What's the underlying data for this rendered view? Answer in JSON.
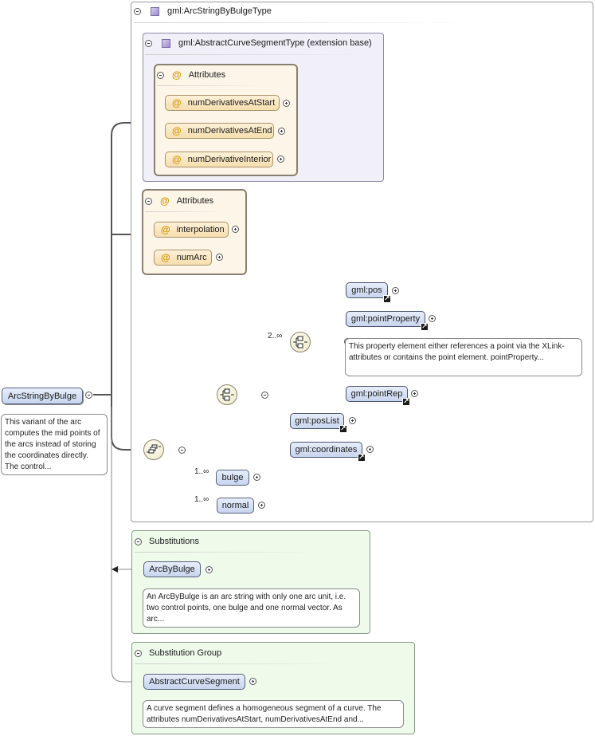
{
  "root": {
    "label": "ArcStringByBulge",
    "documentation": "This variant of the arc computes the mid points of the arcs instead of storing the coordinates directly. The control..."
  },
  "type_box": {
    "title": "gml:ArcStringByBulgeType",
    "icon": "complex-type-icon",
    "extension": {
      "title": "gml:AbstractCurveSegmentType (extension base)",
      "attributes_title": "Attributes",
      "attributes": [
        "numDerivativesAtStart",
        "numDerivativesAtEnd",
        "numDerivativeInterior"
      ]
    },
    "attributes": {
      "title": "Attributes",
      "items": [
        "interpolation",
        "numArc"
      ]
    },
    "content": {
      "choice_cardinality": "2..∞",
      "choice_items": {
        "pos": "gml:pos",
        "pointProperty": "gml:pointProperty",
        "pointProperty_doc": "This property element either references a point via the XLink-attributes or contains the point element. pointProperty...",
        "pointRep": "gml:pointRep"
      },
      "posList": "gml:posList",
      "coordinates": "gml:coordinates",
      "bulge": {
        "label": "bulge",
        "cardinality": "1..∞"
      },
      "normal": {
        "label": "normal",
        "cardinality": "1..∞"
      }
    }
  },
  "substitutions": {
    "title": "Substitutions",
    "item": "ArcByBulge",
    "doc": "An ArcByBulge is an arc string with only one arc unit, i.e. two control points, one bulge and one normal vector. As arc..."
  },
  "substitution_group": {
    "title": "Substitution Group",
    "item": "AbstractCurveSegment",
    "doc": "A curve segment defines a homogeneous segment of a curve. The attributes numDerivativesAtStart, numDerivativesAtEnd and..."
  },
  "colors": {
    "element_fill": "#c7d5ee",
    "attribute_fill": "#f6dfae",
    "extension_fill": "#f1eff8",
    "substitution_fill": "#eefaea"
  }
}
